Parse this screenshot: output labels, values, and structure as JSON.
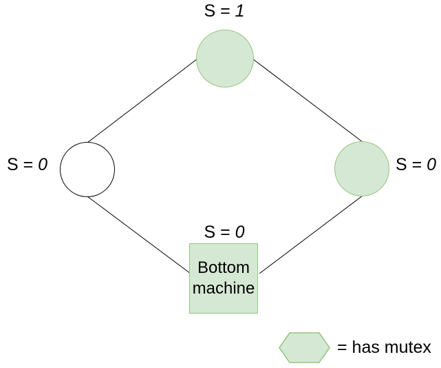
{
  "diagram": {
    "state_labels": {
      "top": {
        "prefix": "S = ",
        "value": "1"
      },
      "left": {
        "prefix": "S = ",
        "value": "0"
      },
      "right": {
        "prefix": "S = ",
        "value": "0"
      },
      "bottom": {
        "prefix": "S = ",
        "value": "0"
      }
    },
    "nodes": {
      "bottom_machine_label": "Bottom machine"
    },
    "legend": {
      "label": "= has mutex",
      "symbol": "mutex-hexagon"
    },
    "colors": {
      "mutex_fill": "#d5e8d4",
      "mutex_stroke": "#93c47d",
      "plain_fill": "#ffffff",
      "plain_stroke": "#000000",
      "edge": "#000000",
      "text": "#000000",
      "background": "#ffffff"
    }
  }
}
